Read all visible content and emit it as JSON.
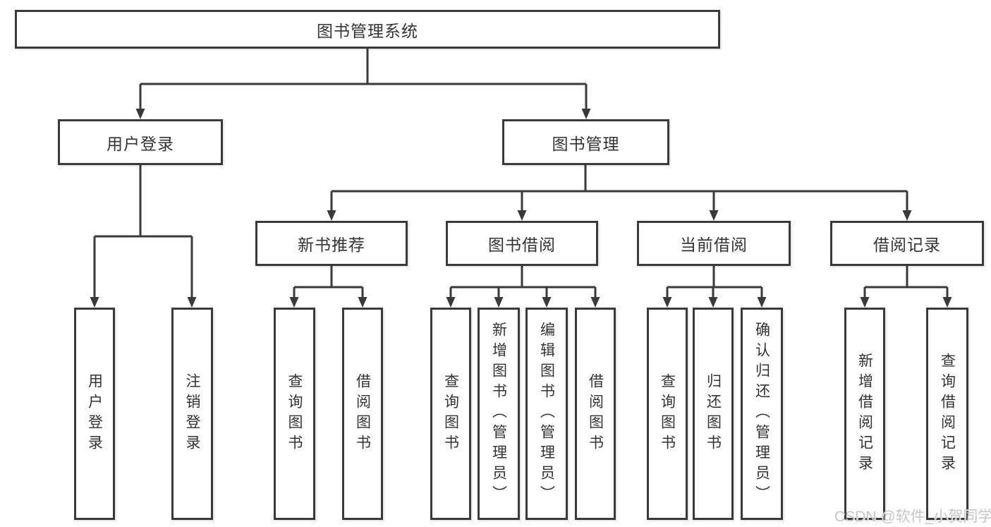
{
  "diagram": {
    "root": {
      "label": "图书管理系统",
      "children": [
        {
          "label": "用户登录",
          "children": [
            {
              "label": "用户登录"
            },
            {
              "label": "注销登录"
            }
          ]
        },
        {
          "label": "图书管理",
          "children": [
            {
              "label": "新书推荐",
              "children": [
                {
                  "label": "查询图书"
                },
                {
                  "label": "借阅图书"
                }
              ]
            },
            {
              "label": "图书借阅",
              "children": [
                {
                  "label": "查询图书"
                },
                {
                  "label": "新增图书（管理员）"
                },
                {
                  "label": "编辑图书（管理员）"
                },
                {
                  "label": "借阅图书"
                }
              ]
            },
            {
              "label": "当前借阅",
              "children": [
                {
                  "label": "查询图书"
                },
                {
                  "label": "归还图书"
                },
                {
                  "label": "确认归还（管理员）"
                }
              ]
            },
            {
              "label": "借阅记录",
              "children": [
                {
                  "label": "新增借阅记录"
                },
                {
                  "label": "查询借阅记录"
                }
              ]
            }
          ]
        }
      ]
    },
    "watermark": "CSDN @软件_小贺同学",
    "colors": {
      "line": "#3a3a3a",
      "box_border": "#3a3a3a",
      "text": "#333333",
      "background": "#ffffff",
      "watermark": "#c6c6c6"
    }
  }
}
